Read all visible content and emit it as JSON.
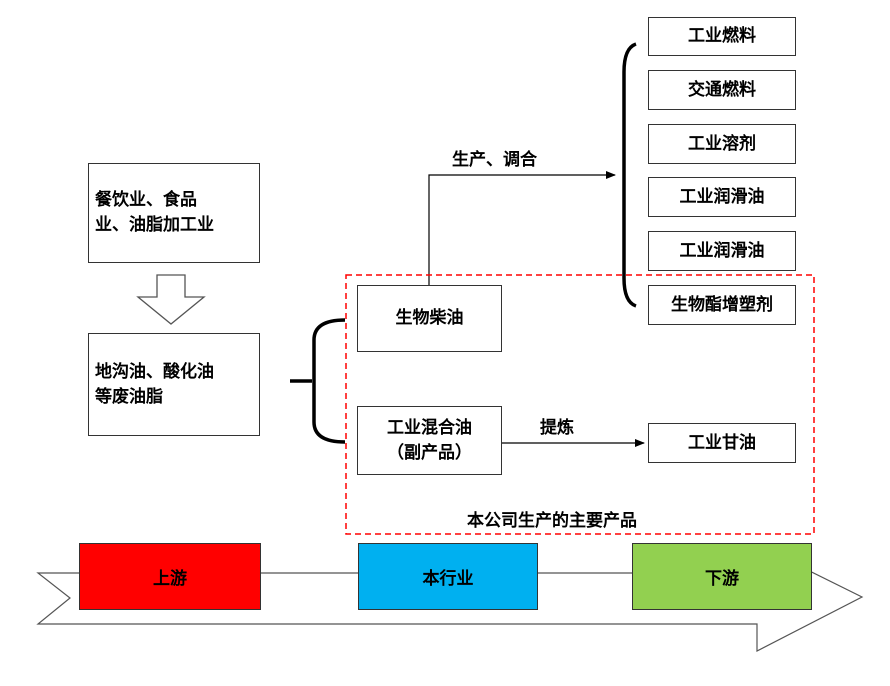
{
  "upstream": {
    "industry_box": "餐饮业、食品\n业、油脂加工业",
    "waste_oil_box": "地沟油、酸化油\n等废油脂"
  },
  "company": {
    "biodiesel": "生物柴油",
    "mixed_oil": "工业混合油\n（副产品）",
    "caption": "本公司生产的主要产品"
  },
  "edges": {
    "produce_blend": "生产、调合",
    "refine": "提炼"
  },
  "products": [
    "工业燃料",
    "交通燃料",
    "工业溶剂",
    "工业润滑油",
    "工业润滑油",
    "生物酯增塑剂"
  ],
  "glycerin": "工业甘油",
  "chain": {
    "upstream": "上游",
    "industry": "本行业",
    "downstream": "下游"
  },
  "colors": {
    "upstream": "#ff0000",
    "industry": "#00b0f0",
    "downstream": "#92d050",
    "dashed_border": "#ff0000"
  }
}
